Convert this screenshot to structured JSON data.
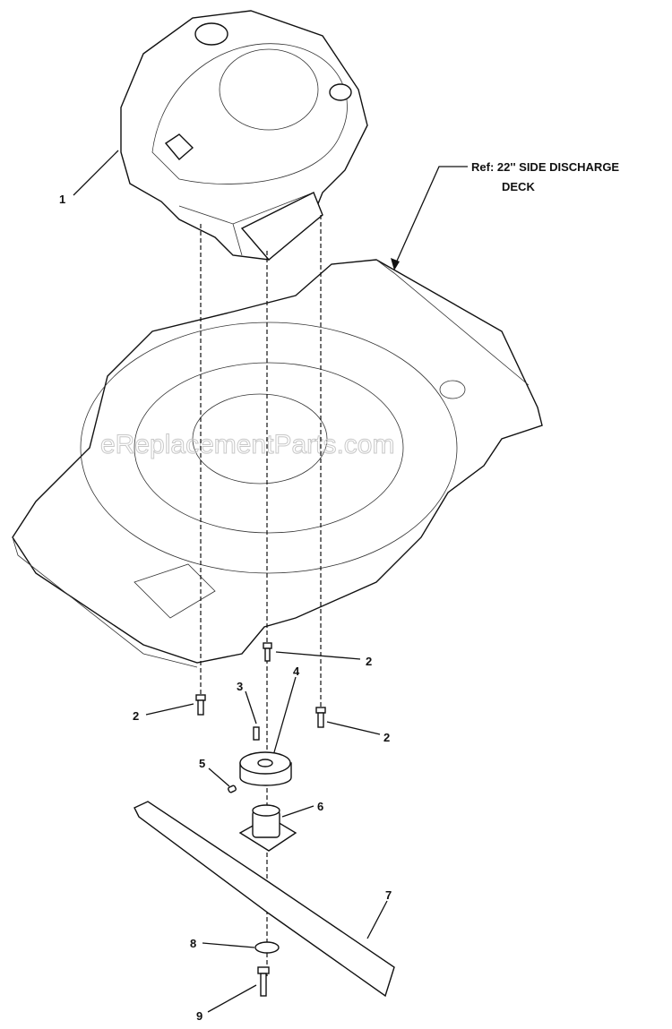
{
  "diagram": {
    "reference_label_line1": "Ref: 22'' SIDE DISCHARGE",
    "reference_label_line2": "DECK",
    "watermark": "eReplacementParts.com",
    "callouts": {
      "engine": "1",
      "bolt_right_upper": "2",
      "bolt_left": "2",
      "bolt_right": "2",
      "key_small": "3",
      "adapter": "4",
      "key": "5",
      "blade_adapter": "6",
      "blade": "7",
      "washer": "8",
      "blade_bolt": "9"
    }
  }
}
